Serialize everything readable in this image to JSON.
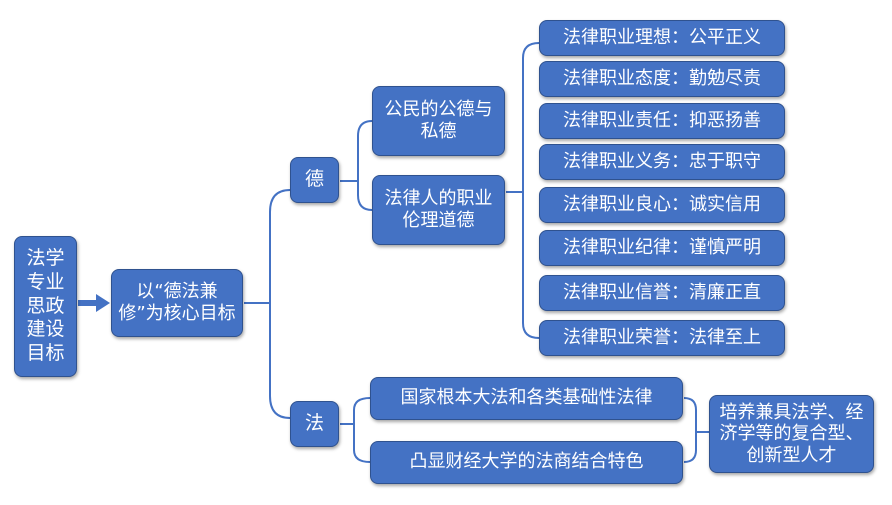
{
  "root": {
    "label": "法学专业思政建设目标"
  },
  "core": {
    "label": "以“德法兼修”为核心目标"
  },
  "de": {
    "label": "德",
    "children": [
      {
        "label": "公民的公德与私德"
      },
      {
        "label": "法律人的职业伦理道德"
      }
    ],
    "ethics": [
      "法律职业理想：公平正义",
      "法律职业态度：勤勉尽责",
      "法律职业责任：抑恶扬善",
      "法律职业义务：忠于职守",
      "法律职业良心：诚实信用",
      "法律职业纪律：谨慎严明",
      "法律职业信誉：清廉正直",
      "法律职业荣誉：法律至上"
    ]
  },
  "fa": {
    "label": "法",
    "children": [
      {
        "label": "国家根本大法和各类基础性法律"
      },
      {
        "label": "凸显财经大学的法商结合特色"
      }
    ]
  },
  "goal": {
    "label": "培养兼具法学、经济学等的复合型、创新型人才"
  },
  "colors": {
    "node_fill": "#4472c4",
    "node_border": "#2f528f",
    "text": "#ffffff",
    "connector": "#4472c4"
  }
}
